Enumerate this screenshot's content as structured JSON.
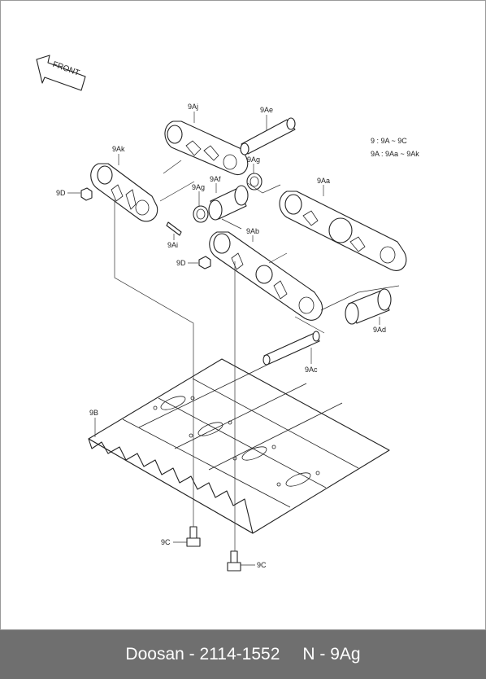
{
  "direction_arrow": {
    "label": "FRONT"
  },
  "legend": {
    "line1": "9 : 9A ~ 9C",
    "line2": "9A : 9Aa ~ 9Ak"
  },
  "callouts": {
    "9Aj": "9Aj",
    "9Ae": "9Ae",
    "9Ak": "9Ak",
    "9Ag_top": "9Ag",
    "9Af": "9Af",
    "9Ag_left": "9Ag",
    "9Aa": "9Aa",
    "9D_top": "9D",
    "9Ai": "9Ai",
    "9Ab": "9Ab",
    "9D_mid": "9D",
    "9Ad": "9Ad",
    "9Ac": "9Ac",
    "9B": "9B",
    "9C_left": "9C",
    "9C_right": "9C"
  },
  "footer": {
    "brand": "Doosan",
    "separator": "-",
    "part_number": "2114-1552",
    "ref": "N - 9Ag"
  }
}
